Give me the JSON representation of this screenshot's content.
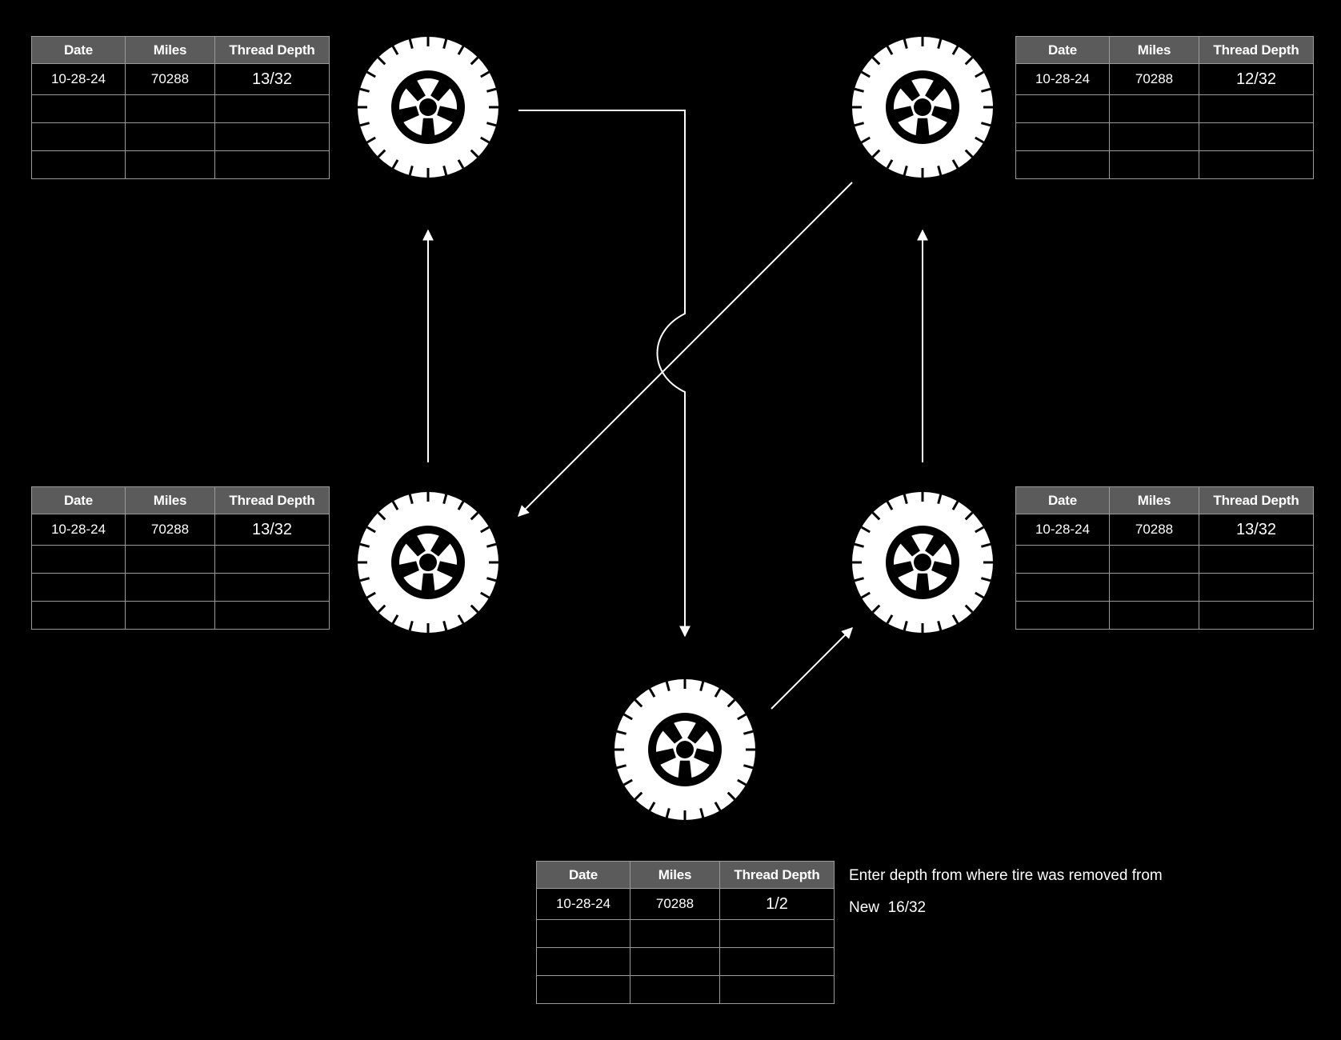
{
  "table_headers": {
    "date": "Date",
    "miles": "Miles",
    "depth": "Thread Depth"
  },
  "tires": [
    {
      "id": "front-left",
      "date": "10-28-24",
      "miles": "70288",
      "depth": "13/32"
    },
    {
      "id": "front-right",
      "date": "10-28-24",
      "miles": "70288",
      "depth": "12/32"
    },
    {
      "id": "rear-left",
      "date": "10-28-24",
      "miles": "70288",
      "depth": "13/32"
    },
    {
      "id": "rear-right",
      "date": "10-28-24",
      "miles": "70288",
      "depth": "13/32"
    },
    {
      "id": "spare",
      "date": "10-28-24",
      "miles": "70288",
      "depth": "1/2"
    }
  ],
  "notes": {
    "instruction": "Enter depth from where tire was removed from",
    "new_depth": "New  16/32"
  },
  "colors": {
    "background": "#000000",
    "header_fill": "#5b5b5b",
    "grid": "#9a9a9a",
    "foreground": "#ffffff"
  },
  "icons": [
    "tire-icon"
  ]
}
